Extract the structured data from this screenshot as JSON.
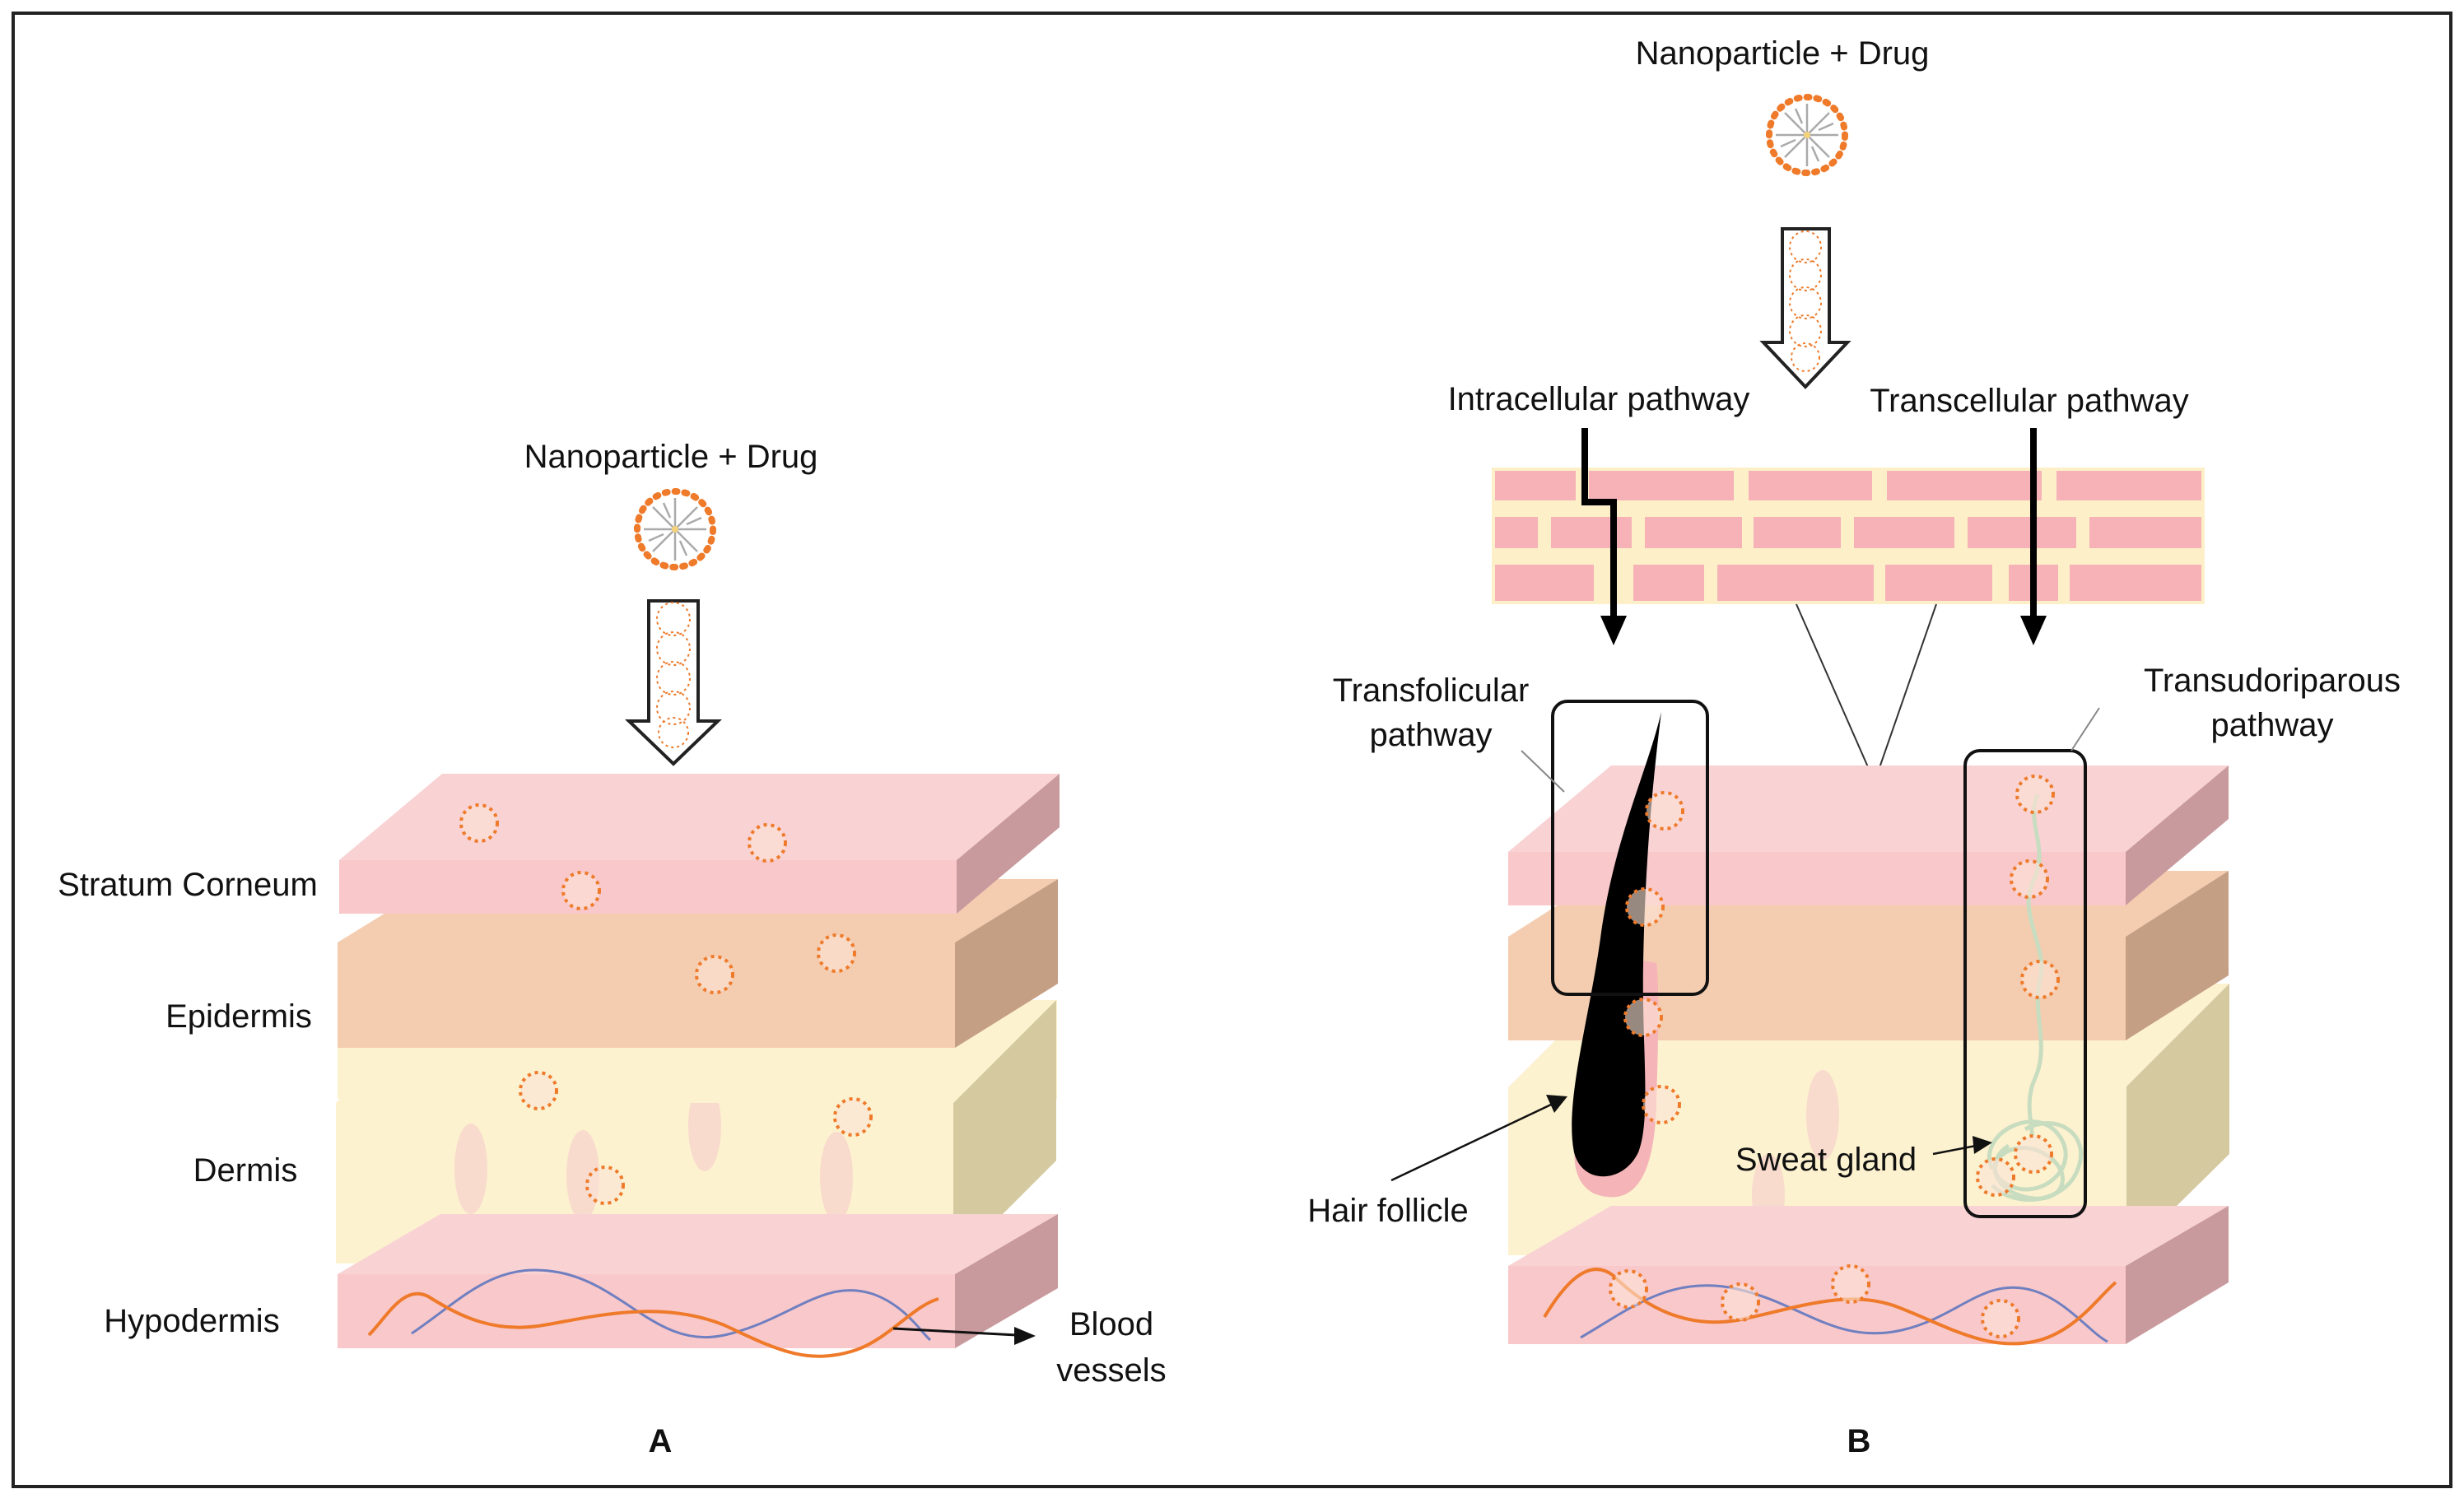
{
  "panel_a": {
    "drug_label": "Nanoparticle + Drug",
    "layers": [
      "Stratum Corneum",
      "Epidermis",
      "Dermis",
      "Hypodermis"
    ],
    "blood_vessels_label_line1": "Blood",
    "blood_vessels_label_line2": "vessels",
    "panel_letter": "A"
  },
  "panel_b": {
    "drug_label": "Nanoparticle + Drug",
    "intracellular": "Intracellular pathway",
    "transcellular": "Transcellular pathway",
    "transfolicular_line1": "Transfolicular",
    "transfolicular_line2": "pathway",
    "transudoriparous_line1": "Transudoriparous",
    "transudoriparous_line2": "pathway",
    "hair_follicle": "Hair follicle",
    "sweat_gland": "Sweat gland",
    "panel_letter": "B"
  },
  "colors": {
    "stratum_corneum": "#f9cfd0",
    "epidermis": "#f4cdb0",
    "dermis": "#fdf2cf",
    "hypodermis": "#f9cfd0",
    "nanoparticle": "#ee7a2a",
    "vessel_orange": "#ee7a2a",
    "vessel_blue": "#6f7fc0",
    "hair": "#000000",
    "sweat_duct": "#c8dcc0"
  }
}
